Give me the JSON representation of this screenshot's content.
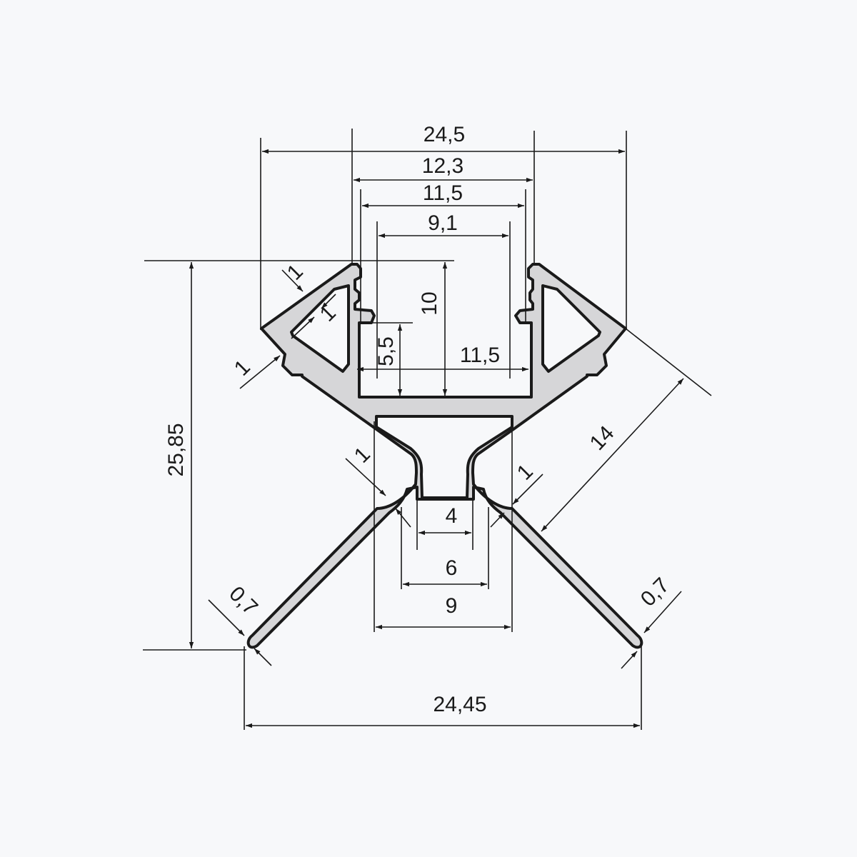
{
  "diagram": {
    "colors": {
      "background": "#f7f8fa",
      "profile_fill": "#d6d6d8",
      "line": "#1a1a1a"
    },
    "dimensions": {
      "top_overall_width": "24,5",
      "top_inner_flange_width": "12,3",
      "channel_outer_width": "11,5",
      "channel_inner_width": "9,1",
      "channel_depth": "10",
      "groove_height": "5,5",
      "channel_bottom_width": "11,5",
      "total_height": "25,85",
      "wing_length": "14",
      "neck_width": "4",
      "neck_outer_width": "6",
      "neck_base_width": "9",
      "bottom_overall_width": "24,45",
      "wall_upper_left": "1",
      "wall_left_inner": "1",
      "wall_left_lower": "1",
      "wall_neck_left": "1",
      "wall_neck_right": "1",
      "fin_tip_left": "0,7",
      "fin_tip_right": "0,7"
    }
  }
}
